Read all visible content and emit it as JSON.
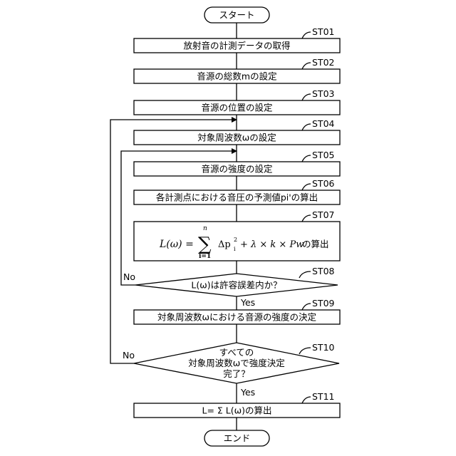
{
  "steps": {
    "start": "スタート",
    "st01": "放射音の計測データの取得",
    "st02": "音源の総数mの設定",
    "st03": "音源の位置の設定",
    "st04": "対象周波数ωの設定",
    "st05": "音源の強度の設定",
    "st06": "各計測点における音圧の予測値pi'の算出",
    "st07_suffix": "の算出",
    "st08": "L(ω)は許容誤差内か？",
    "st09": "対象周波数ωにおける音源の強度の決定",
    "st10_line1": "すべての",
    "st10_line2": "対象周波数ωで強度決定",
    "st10_line3": "完了？",
    "st11": "L= Σ L(ω)の算出",
    "end": "エンド"
  },
  "labels": {
    "st01": "ST01",
    "st02": "ST02",
    "st03": "ST03",
    "st04": "ST04",
    "st05": "ST05",
    "st06": "ST06",
    "st07": "ST07",
    "st08": "ST08",
    "st09": "ST09",
    "st10": "ST10",
    "st11": "ST11"
  },
  "branches": {
    "yes1": "Yes",
    "no1": "No",
    "yes2": "Yes",
    "no2": "No"
  },
  "formula": {
    "lhs": "L(ω) =",
    "sum": "∑",
    "upper": "n",
    "lower": "i=1",
    "delta": "Δp",
    "sub": "i",
    "sup": "2",
    "rest": "+ λ × k × Pw"
  }
}
